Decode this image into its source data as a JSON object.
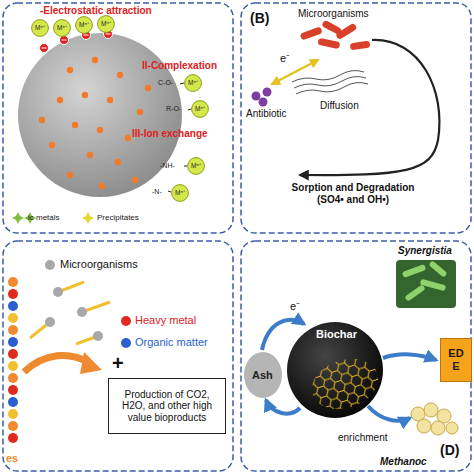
{
  "diagram": {
    "nodes": [
      {
        "text": [
          "Mⁿ⁺"
        ]
      },
      {
        "text": [
          "Mⁿ⁺"
        ]
      },
      {
        "text": [
          "Mⁿ⁺"
        ]
      },
      {
        "text": [
          "Mⁿ⁺"
        ]
      },
      {
        "text": [
          "Mⁿ⁺"
        ]
      },
      {
        "text": [
          "Mⁿ⁺"
        ]
      },
      {
        "text": [
          "Mⁿ⁺"
        ]
      },
      {
        "text": [
          "Mⁿ⁺"
        ]
      },
      {
        "text": [
          "Production of CO2, H2O, and other high value bioproducts"
        ]
      },
      {
        "text": [
          "ED",
          "E"
        ]
      }
    ],
    "labels": [
      "-Electrostatic attraction",
      "II-Complexation",
      "III-Ion exchange",
      "C-O-",
      "R-O-",
      "-NH-",
      "-N-",
      "ic metals",
      "Precipitates",
      "(B)",
      "Microorganisms",
      "e⁻",
      "Antibiotic",
      "Diffusion",
      "Sorption and Degradation (SO4• and OH•)",
      "Microorganisms",
      "Heavy metal",
      "Organic matter",
      "+",
      "es",
      "(D)",
      "Ash",
      "Biochar",
      "e⁻",
      "Synergistia",
      "enrichment",
      "Methanoc"
    ]
  }
}
